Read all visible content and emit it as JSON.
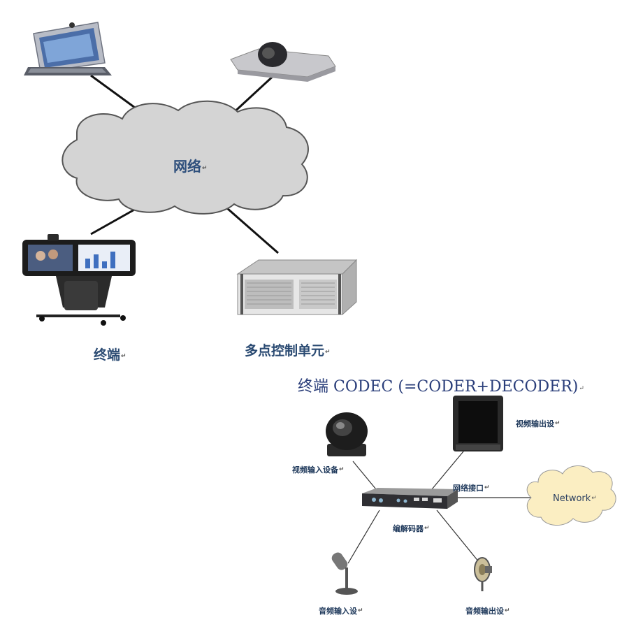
{
  "upper_diagram": {
    "cloud_label": "网络",
    "terminal_label": "终端",
    "mcu_label": "多点控制单元"
  },
  "lower_diagram": {
    "title": "终端 CODEC (=CODER+DECODER)",
    "video_input_label": "视频输入设备",
    "video_output_label": "视频输出设",
    "network_interface_label": "网络接口",
    "codec_label": "编解码器",
    "network_cloud_label": "Network",
    "audio_input_label": "音频输入设",
    "audio_output_label": "音频输出设"
  },
  "paragraph_mark": "↵",
  "colors": {
    "cloud_fill": "#d4d4d4",
    "network_cloud_fill": "#fbeec2",
    "label_blue": "#1f3f66"
  }
}
